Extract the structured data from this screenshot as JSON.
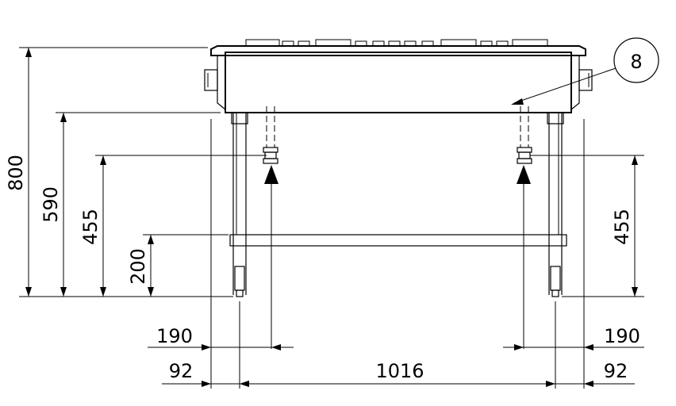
{
  "dimensions": {
    "height_total": "800",
    "height_top": "590",
    "height_inlet_left": "455",
    "height_shelf": "200",
    "height_inlet_right": "455",
    "inlet_offset_left": "190",
    "inlet_offset_right": "190",
    "leg_offset_left": "92",
    "leg_offset_right": "92",
    "leg_span": "1016"
  },
  "callout": {
    "label": "8"
  },
  "colors": {
    "line": "#000000",
    "background": "#ffffff"
  }
}
